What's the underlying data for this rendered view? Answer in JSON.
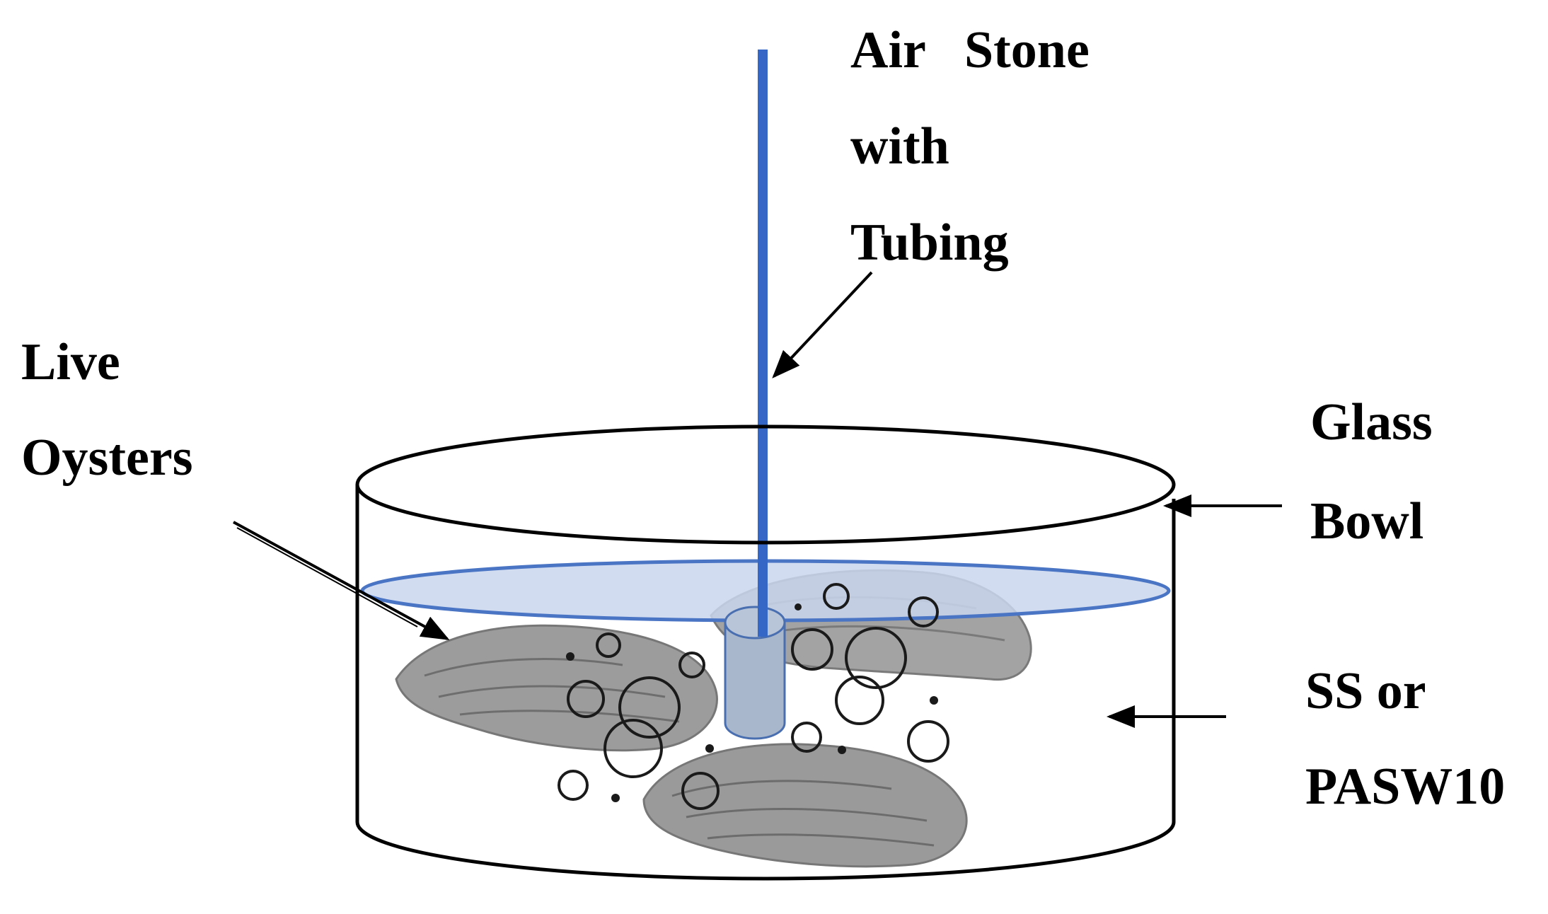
{
  "labels": {
    "air_stone": [
      "Air   Stone",
      "with",
      "Tubing"
    ],
    "live_oysters": [
      "Live",
      "Oysters"
    ],
    "glass_bowl": [
      "Glass",
      "Bowl"
    ],
    "solution": [
      "SS or",
      "PASW10"
    ]
  },
  "colors": {
    "tubing": "#3567c6",
    "water_surface": "#c9d6ee",
    "water_edge": "#4a74c4",
    "air_stone": "#a9b7cc",
    "oyster": "#9c9c9c",
    "outline": "#000000"
  }
}
